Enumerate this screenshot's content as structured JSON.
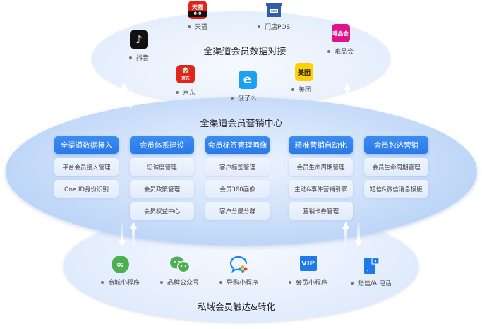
{
  "top_section": {
    "title": "全渠道会员数据对接",
    "channels": [
      {
        "name": "tmall",
        "label": "天猫",
        "icon_text": "天猫",
        "color": "#e62117"
      },
      {
        "name": "store-pos",
        "label": "门店POS",
        "icon_text": "",
        "color": "#2f5da8"
      },
      {
        "name": "douyin",
        "label": "抖音",
        "icon_text": "♪",
        "color": "#111111"
      },
      {
        "name": "vip",
        "label": "唯品会",
        "icon_text": "唯品会",
        "color": "#e0148a"
      },
      {
        "name": "jd",
        "label": "京东",
        "icon_text": "京东",
        "color": "#e1251b"
      },
      {
        "name": "eleme",
        "label": "饿了么",
        "icon_text": "e",
        "color": "#1aa0f5"
      },
      {
        "name": "meituan",
        "label": "美团",
        "icon_text": "美团",
        "color": "#ffd100"
      }
    ]
  },
  "middle_section": {
    "title": "全渠道会员营销中心",
    "columns": [
      {
        "header": "全渠道数据接入",
        "items": [
          "平台会员接入管理",
          "One ID身份识别"
        ]
      },
      {
        "header": "会员体系建设",
        "items": [
          "忠诚度管理",
          "会员政策管理",
          "会员权益中心"
        ]
      },
      {
        "header": "会员标签管理画像",
        "items": [
          "客户标签管理",
          "会员360画像",
          "客户分层分群"
        ]
      },
      {
        "header": "精准营销自动化",
        "items": [
          "会员生命周期管理",
          "主动&事件营销引擎",
          "营销卡券管理"
        ]
      },
      {
        "header": "会员触达营销",
        "items": [
          "会员生命周期管理",
          "短信&微信消息模版"
        ]
      }
    ]
  },
  "bottom_section": {
    "title": "私域会员触达&转化",
    "touchpoints": [
      {
        "name": "mall-miniprogram",
        "label": "商城小程序",
        "color": "#4caf50"
      },
      {
        "name": "brand-official-account",
        "label": "品牌公众号",
        "color": "#4caf50"
      },
      {
        "name": "guide-miniprogram",
        "label": "导购小程序",
        "color": "#1e88e5"
      },
      {
        "name": "member-miniprogram",
        "label": "会员小程序",
        "icon_text": "VIP",
        "color": "#1e7ae8"
      },
      {
        "name": "sms-ai-phone",
        "label": "短信/AI电话",
        "color": "#1e7ae8"
      }
    ]
  },
  "colors": {
    "primary": "#2a79e8",
    "module_item_bg": "#e8f0fc",
    "text": "#333333"
  }
}
